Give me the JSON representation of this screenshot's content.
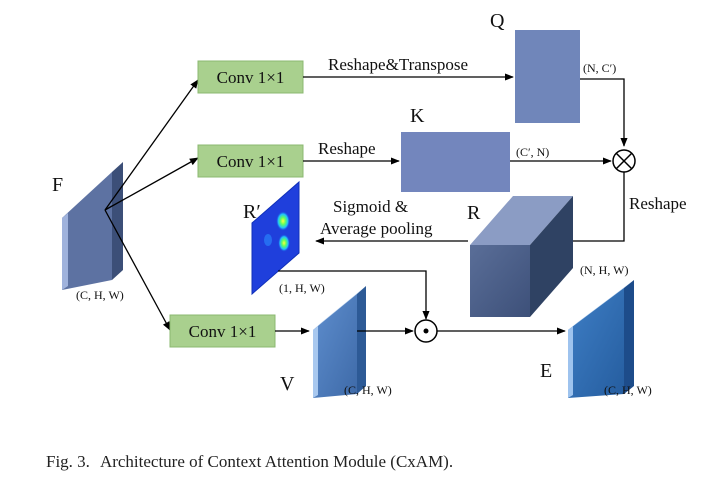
{
  "diagram": {
    "labels": {
      "f": "F",
      "q": "Q",
      "k": "K",
      "r_prime": "R′",
      "r": "R",
      "v": "V",
      "e": "E"
    },
    "conv_blocks": [
      {
        "label": "Conv 1×1"
      },
      {
        "label": "Conv 1×1"
      },
      {
        "label": "Conv 1×1"
      }
    ],
    "operations": {
      "reshape_transpose": "Reshape&Transpose",
      "reshape_k": "Reshape",
      "sigmoid": "Sigmoid &",
      "average_pooling": "Average pooling",
      "reshape_r": "Reshape",
      "multiply_symbol": "⊗",
      "hadamard_symbol": "⊙"
    },
    "dimensions": {
      "f": "(C, H, W)",
      "q": "(N, C′)",
      "k": "(C′, N)",
      "r_prime": "(1, H, W)",
      "r": "(N, H, W)",
      "v": "(C, H, W)",
      "e": "(C, H, W)"
    }
  },
  "caption": {
    "prefix": "Fig. 3.",
    "text": "Architecture of Context Attention Module (CxAM)."
  },
  "colors": {
    "conv_fill": "#a9d08e",
    "conv_border": "#8bb870",
    "q_fill": "#7086ba",
    "k_fill": "#7386bd",
    "f_front": "#5b6f9c",
    "r_front": "#445a83",
    "r_side": "#2f4263",
    "v_front": "#4a78b8",
    "e_front": "#2f6ab0",
    "arrow": "#000000"
  }
}
